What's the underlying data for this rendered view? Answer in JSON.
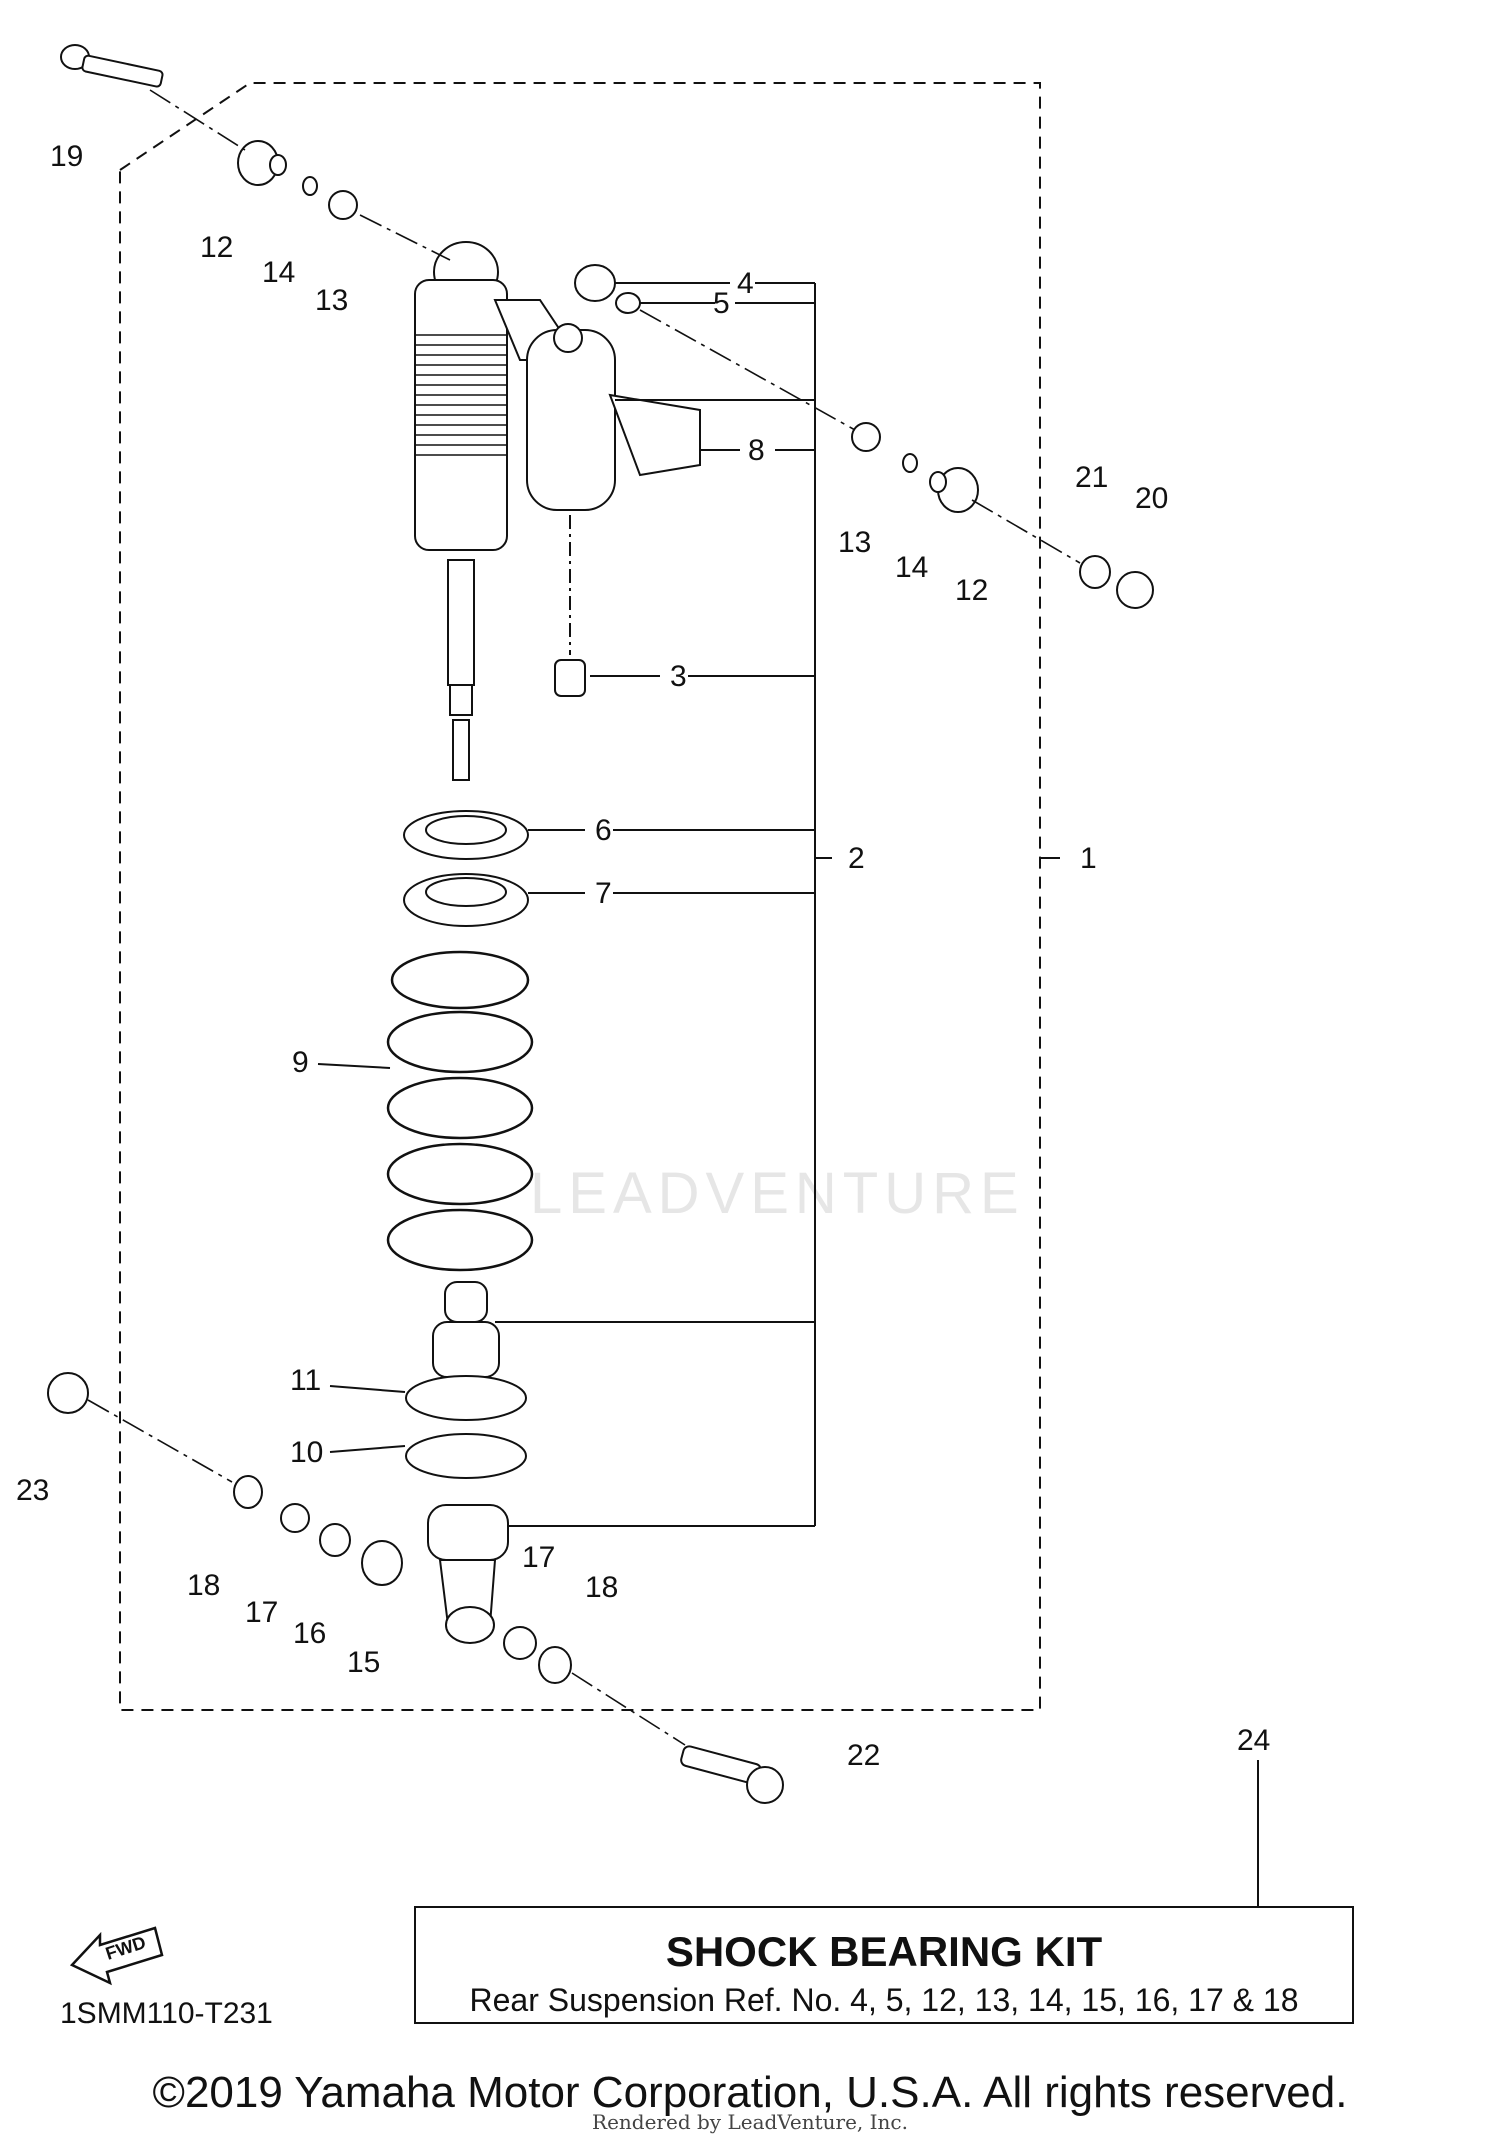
{
  "diagram": {
    "code": "1SMM110-T231",
    "fwd_label": "FWD",
    "watermark": "LEADVENTURE",
    "part_labels": [
      "1",
      "2",
      "3",
      "4",
      "5",
      "6",
      "7",
      "8",
      "9",
      "10",
      "11",
      "12",
      "12",
      "13",
      "13",
      "14",
      "14",
      "15",
      "16",
      "17",
      "17",
      "18",
      "18",
      "19",
      "20",
      "21",
      "22",
      "23",
      "24"
    ]
  },
  "kit": {
    "title": "SHOCK BEARING KIT",
    "subtitle": "Rear Suspension Ref. No. 4, 5, 12, 13, 14, 15, 16, 17 & 18"
  },
  "footer": {
    "copyright": "©2019 Yamaha Motor Corporation, U.S.A. All rights reserved.",
    "rendered_by": "Rendered by LeadVenture, Inc."
  }
}
